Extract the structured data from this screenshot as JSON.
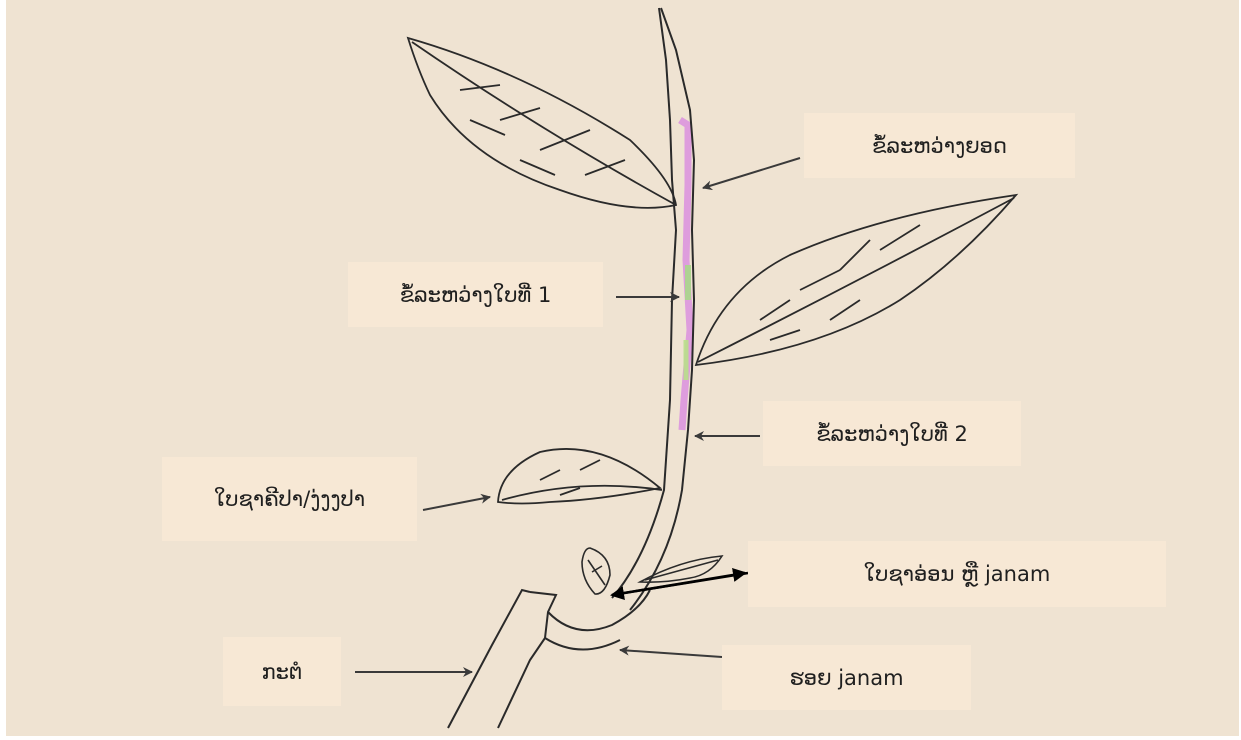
{
  "diagram": {
    "labels": {
      "internode_top": "ຂໍ້ລະຫວ່າງຍອດ",
      "internode_1": "ຂໍ້ລະຫວ່າງໃບທີ່ 1",
      "internode_2": "ຂໍ້ລະຫວ່າງໃບທີ່ 2",
      "fish_leaf": "ໃບຊາຄີປາ/ງ່ງງປາ",
      "janam_leaf": "ໃບຊາອ່ອນ ຫຼື janam",
      "janam_scar": "ຮອຍ janam",
      "axil": "ກະຕໍ"
    },
    "colors": {
      "paper": "#efe3d2",
      "label_box": "#f7e8d5",
      "ink": "#2a2a2a",
      "stem_highlight_pink": "#d98be0",
      "stem_highlight_green": "#a8d88a"
    }
  }
}
